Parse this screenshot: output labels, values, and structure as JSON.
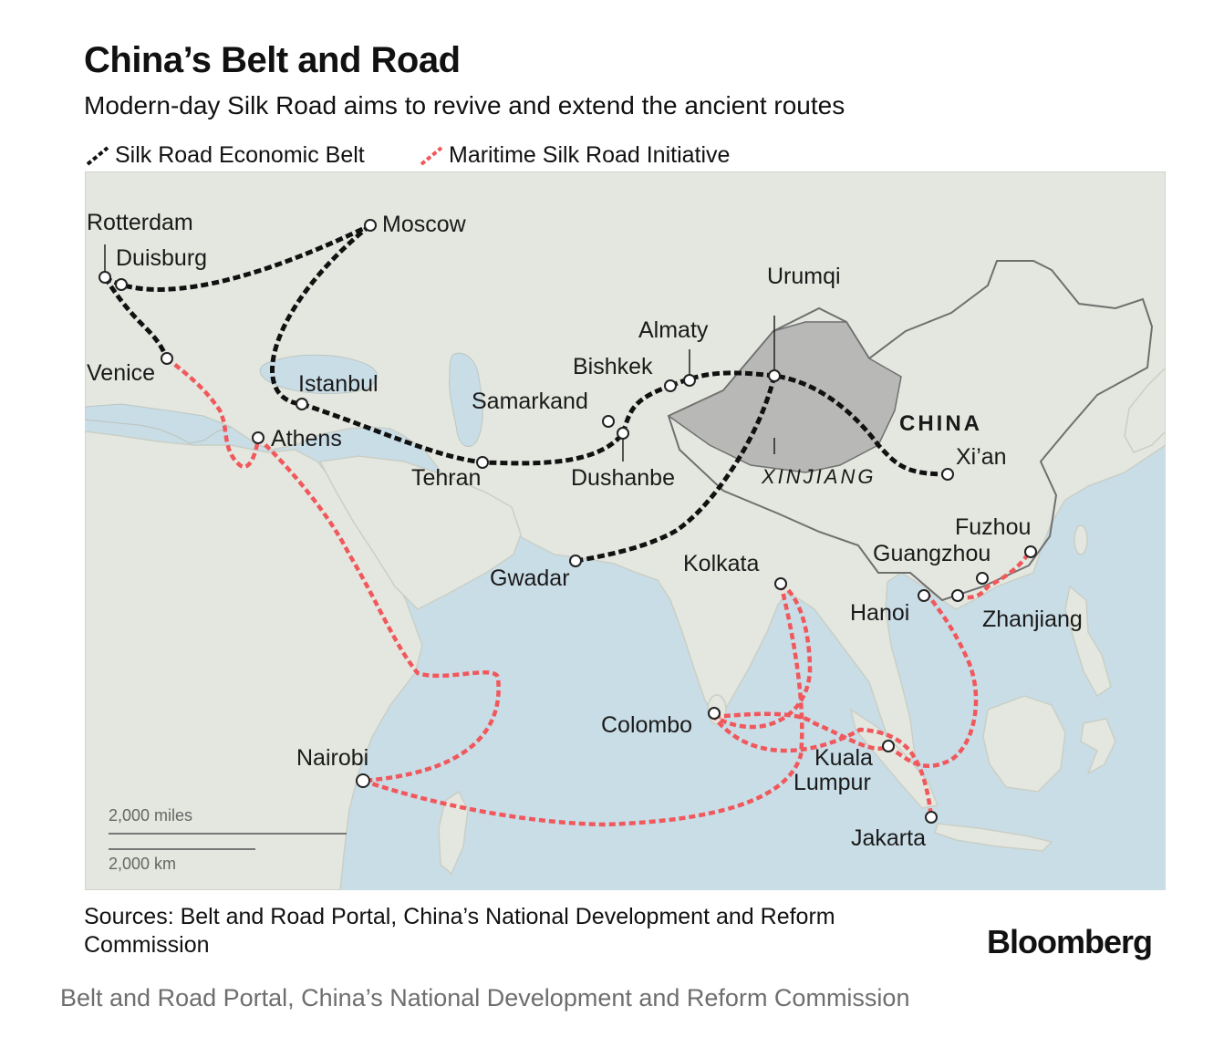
{
  "header": {
    "title": "China’s Belt and Road",
    "subtitle": "Modern-day Silk Road aims to revive and extend the ancient routes"
  },
  "legend": [
    {
      "label": "Silk Road Economic Belt",
      "color": "#111111"
    },
    {
      "label": "Maritime Silk Road Initiative",
      "color": "#f0585c"
    }
  ],
  "colors": {
    "land": "#e4e7df",
    "sea": "#c9dde7",
    "xinjiang": "#a9a9a9",
    "belt": "#111111",
    "maritime": "#f0585c"
  },
  "cities": {
    "rotterdam": "Rotterdam",
    "duisburg": "Duisburg",
    "moscow": "Moscow",
    "venice": "Venice",
    "istanbul": "Istanbul",
    "athens": "Athens",
    "tehran": "Tehran",
    "samarkand": "Samarkand",
    "bishkek": "Bishkek",
    "almaty": "Almaty",
    "dushanbe": "Dushanbe",
    "urumqi": "Urumqi",
    "xian": "Xi’an",
    "gwadar": "Gwadar",
    "kolkata": "Kolkata",
    "fuzhou": "Fuzhou",
    "guangzhou": "Guangzhou",
    "hanoi": "Hanoi",
    "zhanjiang": "Zhanjiang",
    "colombo": "Colombo",
    "kuala": "Kuala",
    "lumpur": "Lumpur",
    "jakarta": "Jakarta",
    "nairobi": "Nairobi"
  },
  "regions": {
    "china": "CHINA",
    "xinjiang": "XINJIANG"
  },
  "scale": {
    "miles": "2,000 miles",
    "km": "2,000 km"
  },
  "footer": {
    "sources": "Sources: Belt and Road Portal, China’s National Development and Reform Commission",
    "brand": "Bloomberg",
    "caption": "Belt and Road Portal, China’s National Development and Reform Commission"
  }
}
